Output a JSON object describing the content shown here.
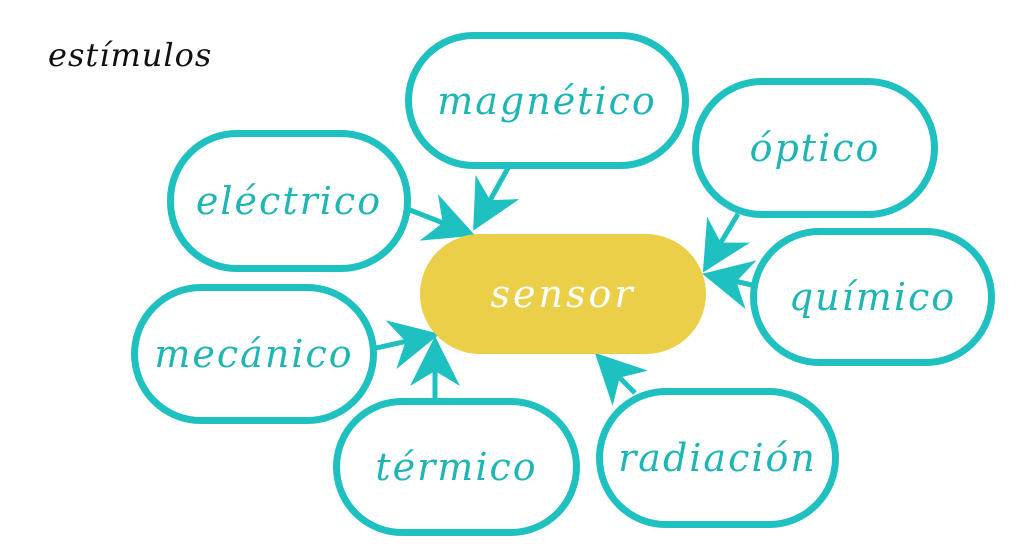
{
  "title": "estímulos",
  "colors": {
    "node_border": "#1FC0C0",
    "node_text": "#1FB5B5",
    "center_fill": "#ECCF48",
    "center_text": "#FFFFFF",
    "arrow": "#1FC0C0"
  },
  "center": {
    "label": "sensor"
  },
  "nodes": [
    {
      "id": "magnetico",
      "label": "magnético"
    },
    {
      "id": "electrico",
      "label": "eléctrico"
    },
    {
      "id": "optico",
      "label": "óptico"
    },
    {
      "id": "quimico",
      "label": "químico"
    },
    {
      "id": "mecanico",
      "label": "mecánico"
    },
    {
      "id": "termico",
      "label": "térmico"
    },
    {
      "id": "radiacion",
      "label": "radiación"
    }
  ],
  "edges": [
    {
      "from": "magnético",
      "to": "sensor"
    },
    {
      "from": "eléctrico",
      "to": "sensor"
    },
    {
      "from": "óptico",
      "to": "sensor"
    },
    {
      "from": "químico",
      "to": "sensor"
    },
    {
      "from": "mecánico",
      "to": "sensor"
    },
    {
      "from": "térmico",
      "to": "sensor"
    },
    {
      "from": "radiación",
      "to": "sensor"
    }
  ]
}
